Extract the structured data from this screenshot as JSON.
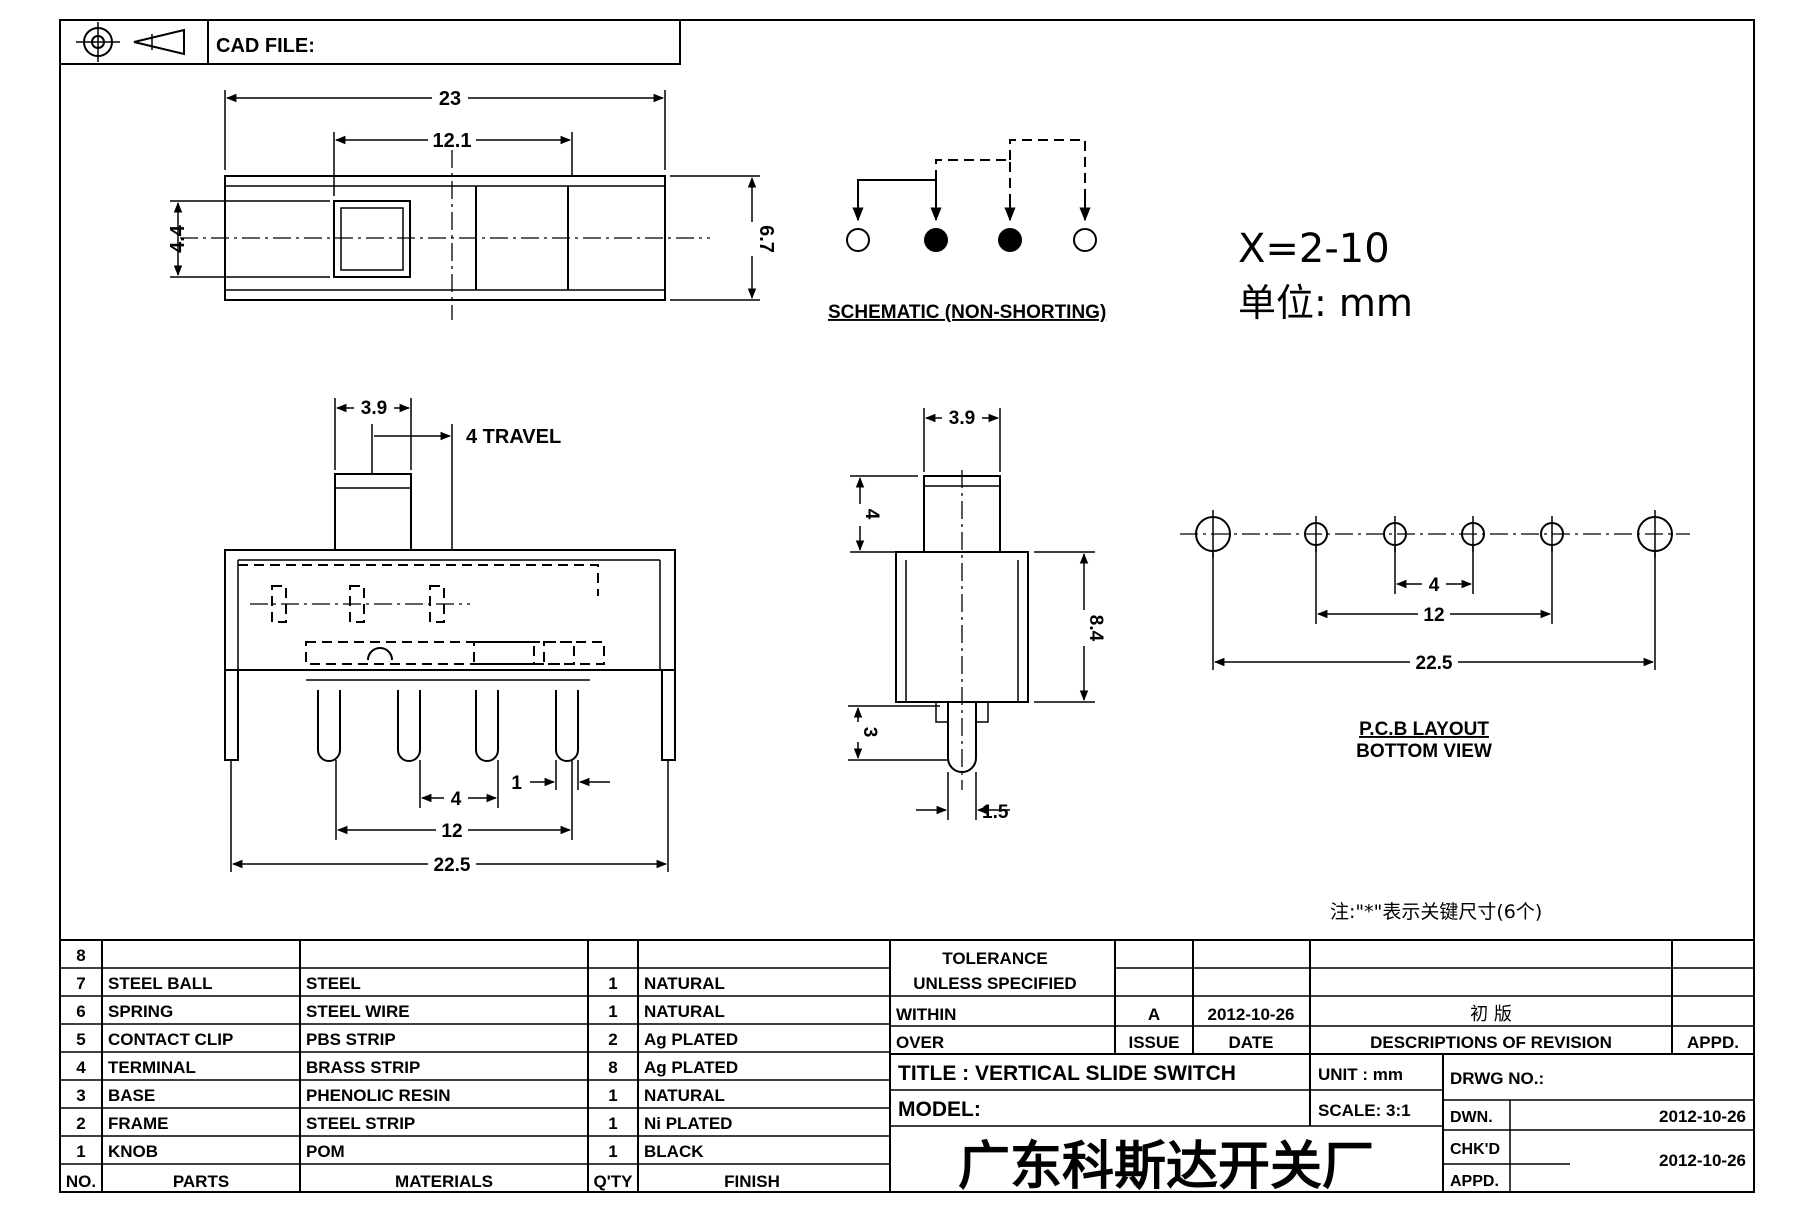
{
  "header": {
    "cad_label": "CAD FILE:"
  },
  "top_view": {
    "dim_overall_width": "23",
    "dim_knob_window": "12.1",
    "dim_knob_height": "4.4",
    "dim_body_height": "6.7"
  },
  "schematic": {
    "label": "SCHEMATIC (NON-SHORTING)"
  },
  "spec": {
    "x_range": "X=2-10",
    "unit_line": "单位: mm"
  },
  "side_view": {
    "dim_knob_width": "3.9",
    "dim_travel": "4 TRAVEL",
    "dim_pitch": "4",
    "dim_pin_width": "1",
    "dim_outer_pins": "12",
    "dim_overall": "22.5"
  },
  "end_view": {
    "dim_knob_width": "3.9",
    "dim_knob_height": "4",
    "dim_body_height": "8.4",
    "dim_pin_length": "3",
    "dim_pin_width": "1.5"
  },
  "pcb_layout": {
    "dim_pitch": "4",
    "dim_inner": "12",
    "dim_outer": "22.5",
    "title_line1": "P.C.B LAYOUT",
    "title_line2": "BOTTOM VIEW"
  },
  "note": "注:\"*\"表示关键尺寸(6个)",
  "bom": {
    "headers": {
      "no": "NO.",
      "parts": "PARTS",
      "materials": "MATERIALS",
      "qty": "Q'TY",
      "finish": "FINISH"
    },
    "rows": [
      {
        "no": "8",
        "part": "",
        "material": "",
        "qty": "",
        "finish": ""
      },
      {
        "no": "7",
        "part": "STEEL BALL",
        "material": "STEEL",
        "qty": "1",
        "finish": "NATURAL"
      },
      {
        "no": "6",
        "part": "SPRING",
        "material": "STEEL WIRE",
        "qty": "1",
        "finish": "NATURAL"
      },
      {
        "no": "5",
        "part": "CONTACT CLIP",
        "material": "PBS STRIP",
        "qty": "2",
        "finish": "Ag PLATED"
      },
      {
        "no": "4",
        "part": "TERMINAL",
        "material": "BRASS STRIP",
        "qty": "8",
        "finish": "Ag PLATED"
      },
      {
        "no": "3",
        "part": "BASE",
        "material": "PHENOLIC RESIN",
        "qty": "1",
        "finish": "NATURAL"
      },
      {
        "no": "2",
        "part": "FRAME",
        "material": "STEEL STRIP",
        "qty": "1",
        "finish": "Ni PLATED"
      },
      {
        "no": "1",
        "part": "KNOB",
        "material": "POM",
        "qty": "1",
        "finish": "BLACK"
      }
    ]
  },
  "tolerance": {
    "title": "TOLERANCE",
    "subtitle": "UNLESS   SPECIFIED",
    "within": "WITHIN",
    "over": "OVER"
  },
  "revision": {
    "issue_value": "A",
    "date_value": "2012-10-26",
    "description_value": "初 版",
    "issue_label": "ISSUE",
    "date_label": "DATE",
    "description_label": "DESCRIPTIONS OF REVISION",
    "appd_label": "APPD."
  },
  "title_block": {
    "title": "TITLE :  VERTICAL  SLIDE  SWITCH",
    "model_label": "MODEL:",
    "unit": "UNIT :  mm",
    "scale": "SCALE:  3:1",
    "drwg_no": "DRWG NO.:",
    "dwn_label": "DWN.",
    "dwn_date": "2012-10-26",
    "chkd_label": "CHK'D",
    "chkd_date": "2012-10-26",
    "appd_label": "APPD.",
    "company": "广东科斯达开关厂"
  }
}
